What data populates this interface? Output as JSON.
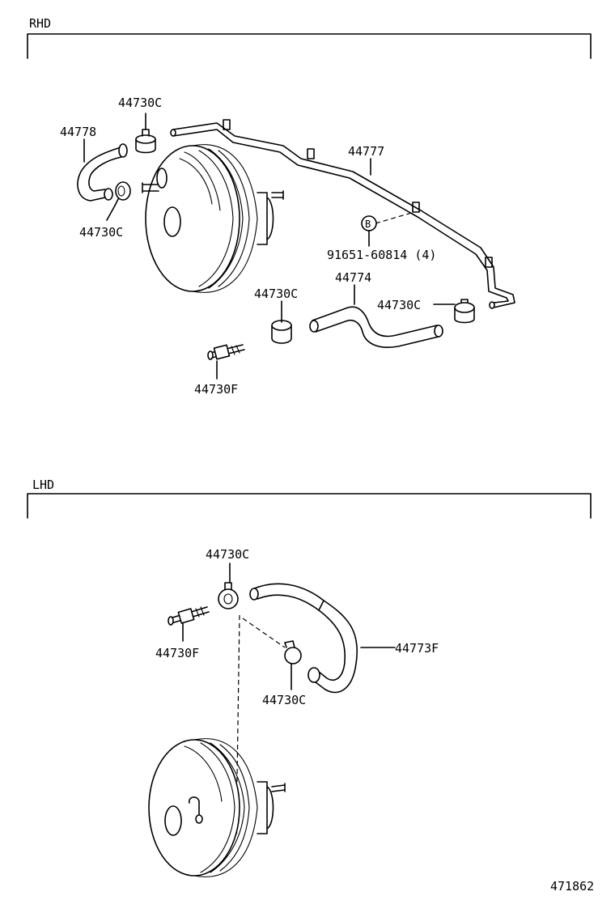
{
  "sections": [
    {
      "label": "RHD"
    },
    {
      "label": "LHD"
    }
  ],
  "rhd_labels": {
    "clamp_top": "44730C",
    "hose_44778": "44778",
    "clamp_left": "44730C",
    "pipe_44777": "44777",
    "bolt_ref": "91651-60814 (4)",
    "clamp_mid": "44730C",
    "hose_44774": "44774",
    "clamp_right": "44730C",
    "check_valve": "44730F"
  },
  "lhd_labels": {
    "clamp_top": "44730C",
    "check_valve": "44730F",
    "hose_44773f": "44773F",
    "clamp_bottom": "44730C"
  },
  "callout_symbol": "B",
  "figure_number": "471862"
}
